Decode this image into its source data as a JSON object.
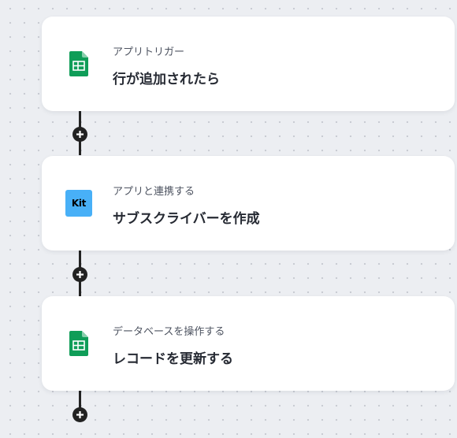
{
  "steps": [
    {
      "subtitle": "アプリトリガー",
      "title": "行が追加されたら",
      "icon": "google-sheets-icon"
    },
    {
      "subtitle": "アプリと連携する",
      "title": "サブスクライバーを作成",
      "icon": "kit-logo-icon",
      "icon_text": "Kit"
    },
    {
      "subtitle": "データベースを操作する",
      "title": "レコードを更新する",
      "icon": "google-sheets-icon"
    }
  ],
  "colors": {
    "background": "#eceef2",
    "card": "#ffffff",
    "connector": "#222222",
    "sheets_green": "#0f9d58",
    "kit_blue": "#48b0f7"
  }
}
